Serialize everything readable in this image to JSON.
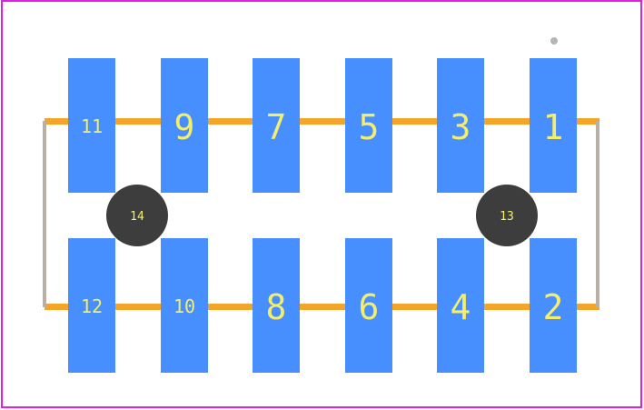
{
  "footprint": {
    "pads": [
      {
        "label": "11",
        "shape": "rect"
      },
      {
        "label": "9",
        "shape": "rect"
      },
      {
        "label": "7",
        "shape": "rect"
      },
      {
        "label": "5",
        "shape": "rect"
      },
      {
        "label": "3",
        "shape": "rect"
      },
      {
        "label": "1",
        "shape": "rect"
      },
      {
        "label": "12",
        "shape": "rect"
      },
      {
        "label": "10",
        "shape": "rect"
      },
      {
        "label": "8",
        "shape": "rect"
      },
      {
        "label": "6",
        "shape": "rect"
      },
      {
        "label": "4",
        "shape": "rect"
      },
      {
        "label": "2",
        "shape": "rect"
      }
    ],
    "holes": [
      {
        "label": "14"
      },
      {
        "label": "13"
      }
    ]
  },
  "colors": {
    "border": "#e41de4",
    "pad": "#478eff",
    "silkscreen": "#f5a42a",
    "silkscreen_edge": "#b8b0a4",
    "hole": "#3d3d3d",
    "pad_text": "#f5ee6a",
    "marker": "#b5b5b5"
  }
}
